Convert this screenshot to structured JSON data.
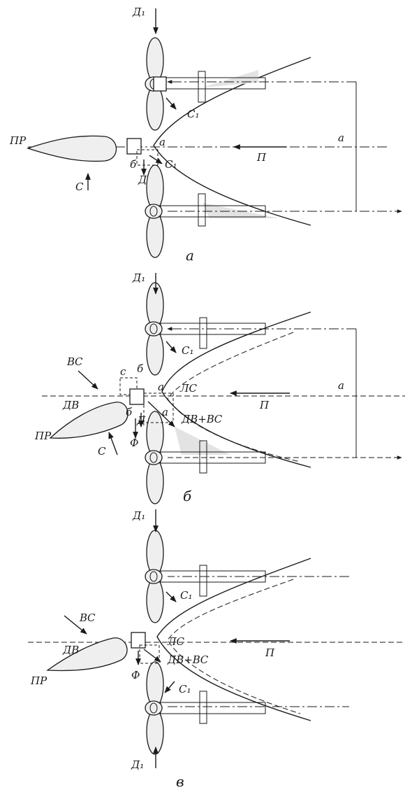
{
  "panels": [
    {
      "caption": "а",
      "labels": {
        "d1_top": "Д₁",
        "c1_top": "С₁",
        "a_right": "а",
        "a_center": "а",
        "pr": "ПР",
        "p": "П",
        "c": "С",
        "b": "б",
        "c1_mid": "С₁",
        "d": "Д"
      }
    },
    {
      "caption": "б",
      "labels": {
        "d1_top": "Д₁",
        "c1_top": "С₁",
        "a_right": "а",
        "vs": "ВС",
        "c_box": "с",
        "b_box": "б",
        "dv": "ДВ",
        "a_center": "а",
        "ls": "ЛС",
        "p": "П",
        "b_low": "б",
        "d": "Д",
        "a_low": "а",
        "dv_vs": "ДВ+ВС",
        "pr": "ПР",
        "f": "Ф",
        "c": "С"
      }
    },
    {
      "caption": "в",
      "labels": {
        "d1_top": "Д₁",
        "c1_top": "С₁",
        "vs": "ВС",
        "ls": "ЛС",
        "p": "П",
        "dv": "ДВ",
        "dv_vs": "ДВ+ВС",
        "pr": "ПР",
        "f": "Ф",
        "c1_low": "С₁",
        "d1_bottom": "Д₁"
      }
    }
  ]
}
